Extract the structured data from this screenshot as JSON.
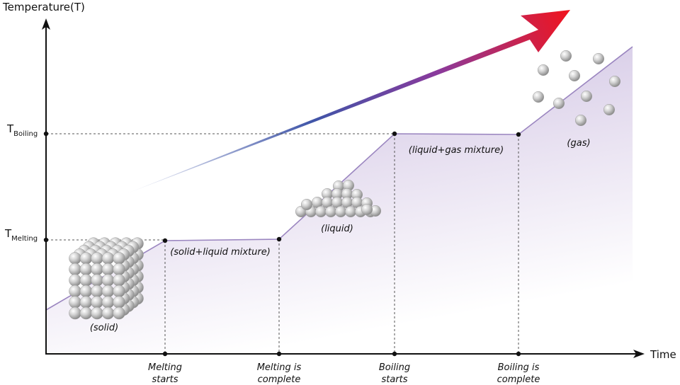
{
  "axes": {
    "y_title": "Temperature(T)",
    "x_title": "Time"
  },
  "y_ticks": {
    "boiling": {
      "main": "T",
      "sub": "Boiling"
    },
    "melting": {
      "main": "T",
      "sub": "Melting"
    }
  },
  "phase_labels": {
    "solid": "(solid)",
    "solid_liquid": "(solid+liquid mixture)",
    "liquid": "(liquid)",
    "liquid_gas": "(liquid+gas mixture)",
    "gas": "(gas)"
  },
  "x_events": [
    {
      "line1": "Melting",
      "line2": "starts"
    },
    {
      "line1": "Melting is",
      "line2": "complete"
    },
    {
      "line1": "Boiling",
      "line2": "starts"
    },
    {
      "line1": "Boiling is",
      "line2": "complete"
    }
  ],
  "colors": {
    "curve": "#9b86c0",
    "fill_top": "#d7cce6",
    "arrow_start": "#ffffff",
    "arrow_mid": "#3f4fa6",
    "arrow_mid2": "#8e3a9a",
    "arrow_end": "#ee1c24"
  }
}
